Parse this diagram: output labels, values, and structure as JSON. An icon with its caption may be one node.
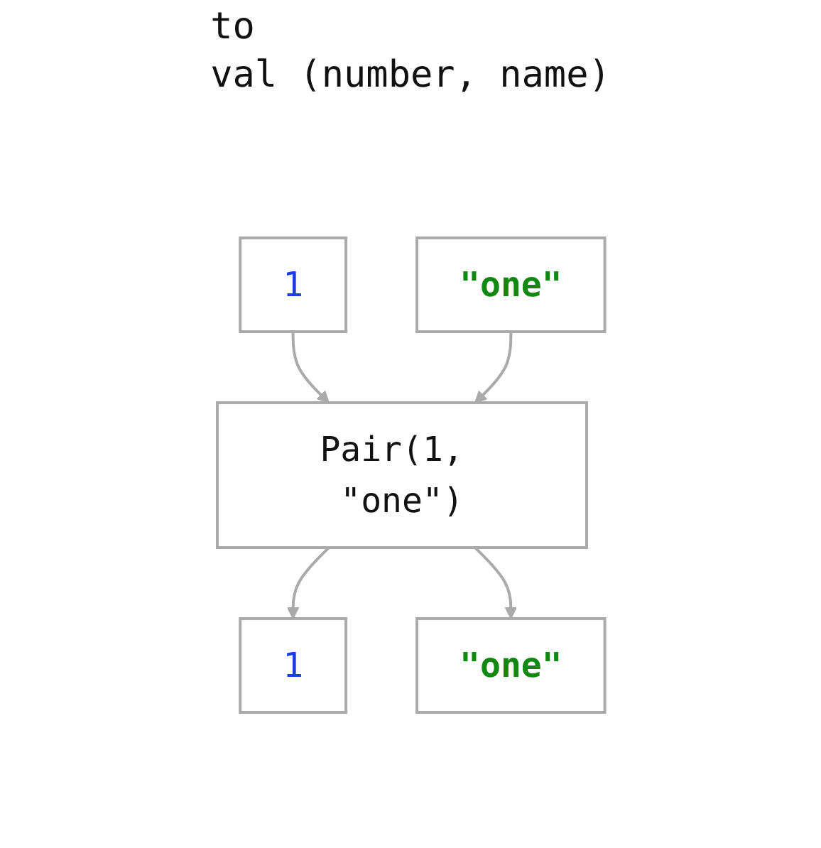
{
  "diagram": {
    "nodes": [
      {
        "text": [
          "1"
        ]
      },
      {
        "text": [
          "\"one\""
        ]
      },
      {
        "text": [
          "Pair(1, \"one\")"
        ]
      },
      {
        "text": [
          "1"
        ]
      },
      {
        "text": [
          "\"one\""
        ]
      }
    ],
    "edges": [
      {
        "from": 0,
        "to": 2,
        "arrow": "to"
      },
      {
        "from": 1,
        "to": 2,
        "arrow": "to"
      },
      {
        "from": 2,
        "to": 3,
        "arrow": "to"
      },
      {
        "from": 2,
        "to": 4,
        "arrow": "to"
      }
    ],
    "labels": [
      "to",
      "val (number, name)"
    ]
  }
}
